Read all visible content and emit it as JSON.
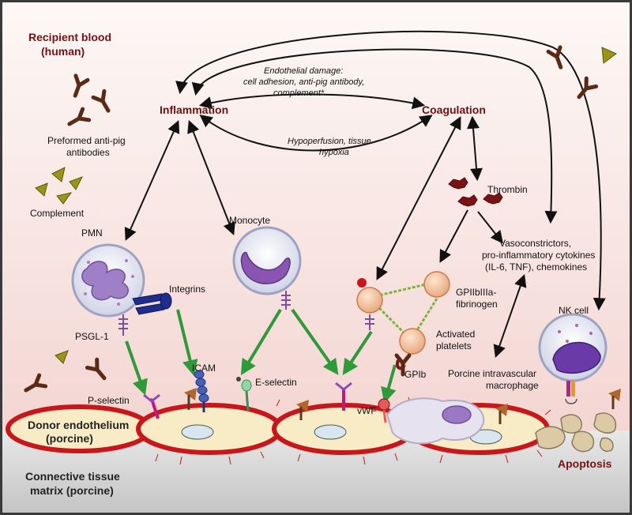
{
  "recipient": {
    "line1": "Recipient blood",
    "line2": "(human)"
  },
  "antibodies": {
    "line1": "Preformed anti-pig",
    "line2": "antibodies"
  },
  "complement": "Complement",
  "inflammation": "Inflammation",
  "coagulation": "Coagulation",
  "endothelial_damage": {
    "line1": "Endothelial damage:",
    "line2": "cell adhesion, anti-pig antibody,",
    "line3": "complement*"
  },
  "hypoperfusion": {
    "line1": "Hypoperfusion, tissue",
    "line2": "hypoxia"
  },
  "thrombin": "Thrombin",
  "vasoconstrictors": {
    "line1": "Vasoconstrictors,",
    "line2": "pro-inflammatory cytokines",
    "line3": "(IL-6, TNF), chemokines"
  },
  "pmn": "PMN",
  "monocyte": "Monocyte",
  "integrins": "Integrins",
  "psgl1": "PSGL-1",
  "icam": "ICAM",
  "eselectin": "E-selectin",
  "pselectin": "P-selectin",
  "gpiib": {
    "line1": "GPIIbIIIa-",
    "line2": "fibrinogen"
  },
  "activated_platelets": {
    "line1": "Activated",
    "line2": "platelets"
  },
  "gpib": "GPIb",
  "vwf": "vWF",
  "nkcell": "NK cell",
  "macrophage": {
    "line1": "Porcine intravascular",
    "line2": "macrophage"
  },
  "donor": {
    "line1": "Donor endothelium",
    "line2": "(porcine)"
  },
  "connective": {
    "line1": "Connective tissue",
    "line2": "matrix (porcine)"
  },
  "apoptosis": "Apoptosis",
  "colors": {
    "heading": "#7a1010",
    "arrow_green": "#2f9a3a",
    "cell_red": "#c8161a",
    "cell_fill": "#f8ecc7",
    "background_top": "#fdf7f5",
    "background_bottom": "#f3d3cf"
  }
}
